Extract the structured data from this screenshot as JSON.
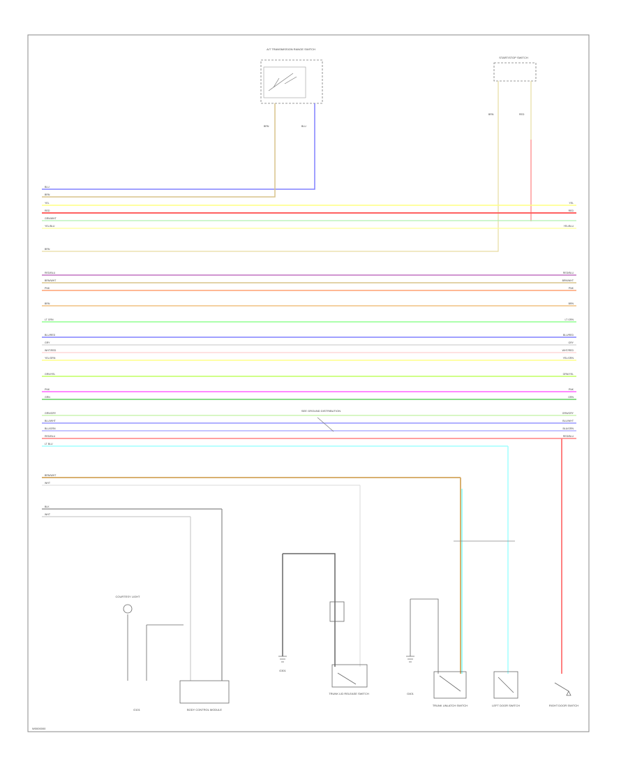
{
  "diagram": {
    "components": {
      "transmission_range_sensor": "A/T TRANSMISSION RANGE SWITCH",
      "start_stop_switch": "START/STOP SWITCH",
      "body_control_module": "BODY CONTROL MODULE",
      "trunk_lid_release_switch": "TRUNK LID RELEASE SWITCH",
      "trunk_unlatch_switch": "TRUNK UNLATCH SWITCH",
      "left_door_switch": "LEFT DOOR SWITCH",
      "right_door_switch": "RIGHT DOOR SWITCH",
      "courtesy_light": "COURTESY LIGHT",
      "ground_g1": "G101",
      "ground_g2": "G301",
      "ground_g3": "G401",
      "splice_note": "SEE GROUND DISTRIBUTION"
    },
    "wire_labels": {
      "blu": "BLU",
      "brn": "BRN",
      "yel": "YEL",
      "red": "RED",
      "grn_wht": "GRN/WHT",
      "yel_blu": "YEL/BLU",
      "red_blu": "RED/BLU",
      "brn_wht": "BRN/WHT",
      "pnk": "PNK",
      "lt_grn": "LT GRN",
      "blu_red": "BLU/RED",
      "gry": "GRY",
      "wht_red": "WHT/RED",
      "yel_grn": "YEL/GRN",
      "grn_yel": "GRN/YEL",
      "grn": "GRN",
      "grn_gry": "GRN/GRY",
      "blu_wht": "BLU/WHT",
      "blu_grn": "BLU/GRN",
      "lt_blu": "LT BLU",
      "blk": "BLK",
      "wht": "WHT"
    },
    "footer_code": "W0000000"
  }
}
